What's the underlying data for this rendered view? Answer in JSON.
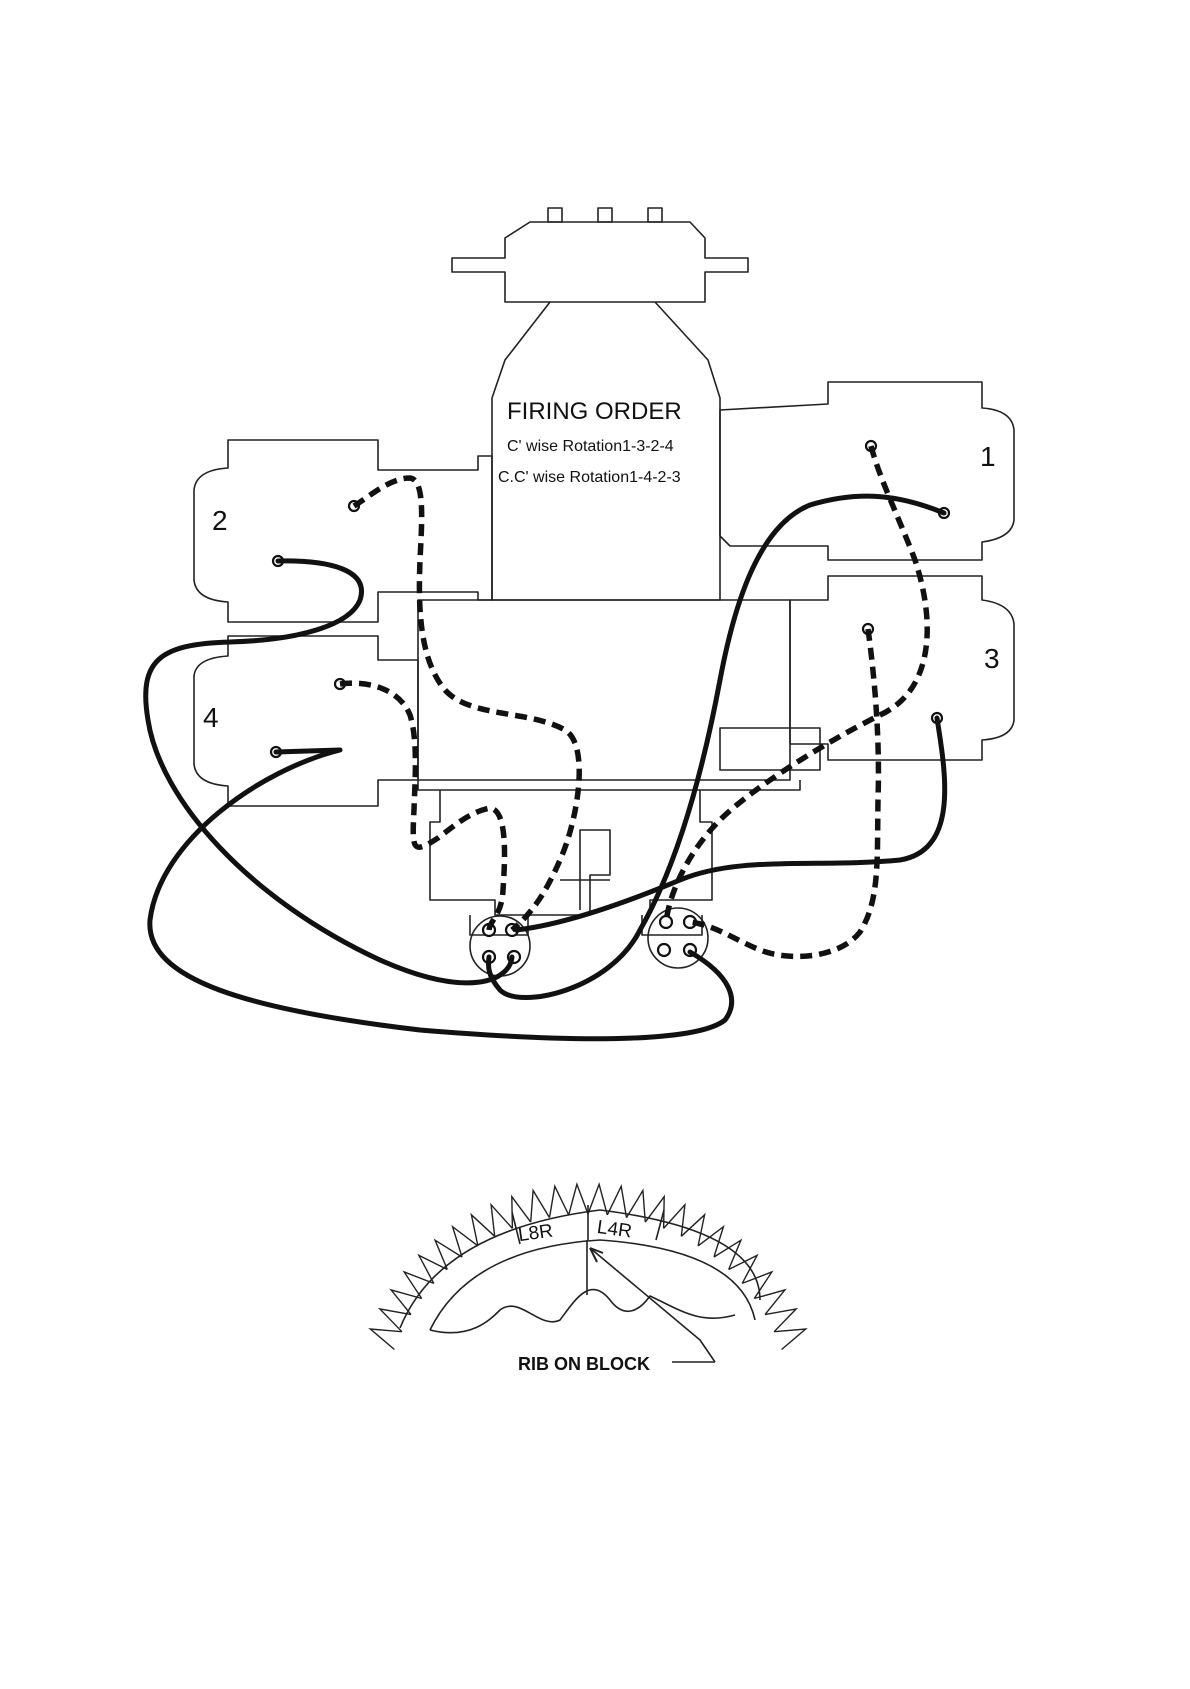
{
  "firing_order": {
    "title": "FIRING ORDER",
    "clockwise": "C' wise Rotation1-3-2-4",
    "counter_clockwise": "C.C' wise Rotation1-4-2-3"
  },
  "cylinders": [
    {
      "label": "1"
    },
    {
      "label": "2"
    },
    {
      "label": "3"
    },
    {
      "label": "4"
    }
  ],
  "timing": {
    "mark_left": "L8R",
    "mark_right": "L4R",
    "rib_label": "RIB ON BLOCK"
  },
  "colors": {
    "line": "#111111",
    "background": "#ffffff"
  }
}
